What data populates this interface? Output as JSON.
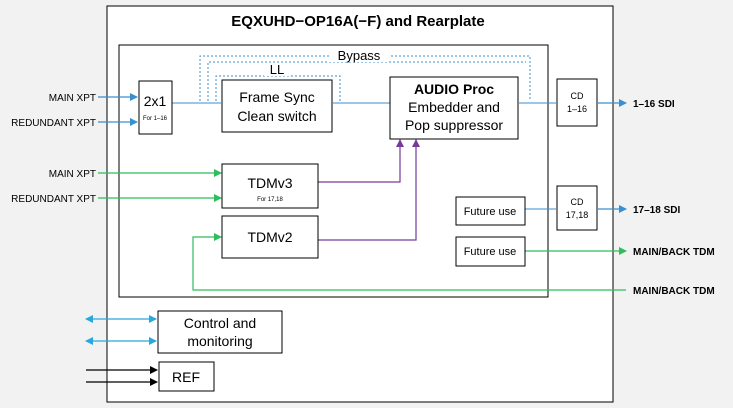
{
  "diagram": {
    "title": "EQXUHD−OP16A(−F) and Rearplate",
    "paths": {
      "bypass": "Bypass",
      "ll": "LL"
    },
    "blocks": {
      "mux": {
        "label": "2x1",
        "sub": "For 1–16"
      },
      "frame_sync": {
        "line1": "Frame Sync",
        "line2": "Clean switch"
      },
      "audio_proc": {
        "title": "AUDIO Proc",
        "line1": "Embedder and",
        "line2": "Pop suppressor"
      },
      "cd1": {
        "line1": "CD",
        "line2": "1–16"
      },
      "cd2": {
        "line1": "CD",
        "line2": "17,18"
      },
      "tdmv3": {
        "label": "TDMv3",
        "sub": "For 17,18"
      },
      "tdmv2": {
        "label": "TDMv2"
      },
      "future1": {
        "label": "Future use"
      },
      "future2": {
        "label": "Future use"
      },
      "control": {
        "line1": "Control and",
        "line2": "monitoring"
      },
      "ref": {
        "label": "REF"
      }
    },
    "inputs": {
      "main_xpt_1": "MAIN XPT",
      "redundant_xpt_1": "REDUNDANT XPT",
      "main_xpt_2": "MAIN XPT",
      "redundant_xpt_2": "REDUNDANT XPT"
    },
    "outputs": {
      "sdi_1_16": "1–16 SDI",
      "sdi_17_18": "17–18 SDI",
      "main_back_tdm_1": "MAIN/BACK TDM",
      "main_back_tdm_2": "MAIN/BACK TDM"
    },
    "colors": {
      "video": "#3a8fd0",
      "tdm": "#2cbf5a",
      "audio": "#7a3a99",
      "control": "#29a8e0",
      "ref": "#000000"
    }
  }
}
